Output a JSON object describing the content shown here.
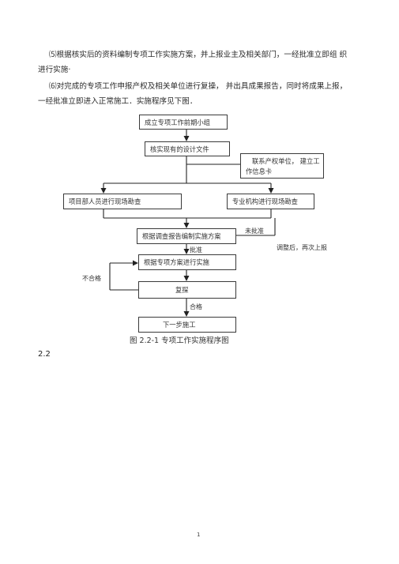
{
  "paragraphs": {
    "p1_line1": "⑸根据核实后的资料编制专项工作实施方案，并上报业主及相关部门，一经批准立即组  织",
    "p1_line2": "进行实施·",
    "p2_line1": "⑹对完成的专项工作申报产权及相关单位进行复操，    并出具成果报告，同时将成果上报，",
    "p2_line2": "一经批准立即进入正常施工．实施程序见下图．"
  },
  "flowchart": {
    "box1": "成立专项工作前期小组",
    "box2": "核实现有的设计文件",
    "box3_line1": "联系产权单位，  建立工",
    "box3_line2": "作信息卡",
    "box4": "项目部人员进行现场勘查",
    "box5": "专业机构进行现场勘查",
    "box6": "根据调查报告编制实施方案",
    "box7": "根据专项方案进行实施",
    "box8": "复探",
    "box9": "下一步施工",
    "label_not_approved": "未批准",
    "label_resubmit": "调整后，再次上报",
    "label_approved": "批准",
    "label_failed": "不合格",
    "label_passed": "合格"
  },
  "caption": "图 2.2-1 专项工作实施程序图",
  "section_heading": "2.2",
  "page_number": "1"
}
